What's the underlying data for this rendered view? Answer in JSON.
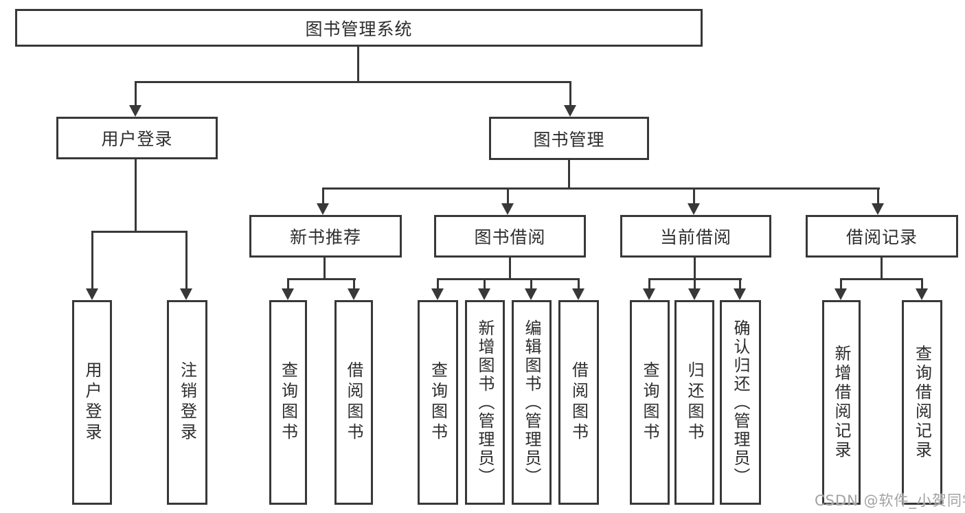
{
  "meta": {
    "background_color": "#ffffff",
    "line_color": "#383838",
    "text_color": "#2d2d2d",
    "watermark_color": "#a2a2a2",
    "diagram_type": "hierarchy-tree"
  },
  "watermark": {
    "text": "CSDN @软件_小贺同学"
  },
  "nodes": {
    "root": {
      "label": "图书管理系统"
    },
    "userLogin": {
      "label": "用户登录"
    },
    "bookMgmt": {
      "label": "图书管理"
    },
    "newBookRec": {
      "label": "新书推荐"
    },
    "bookBorrow": {
      "label": "图书借阅"
    },
    "currentBorrow": {
      "label": "当前借阅"
    },
    "borrowRecord": {
      "label": "借阅记录"
    },
    "leafUserLogin": {
      "label": "用户登录"
    },
    "leafLogout": {
      "label": "注销登录"
    },
    "leafQueryBook1": {
      "label": "查询图书"
    },
    "leafBorrowBook1": {
      "label": "借阅图书"
    },
    "leafQueryBook2": {
      "label": "查询图书"
    },
    "leafAddBookAdmin": {
      "label": "新增图书（管理员）"
    },
    "leafEditBookAdmin": {
      "label": "编辑图书（管理员）"
    },
    "leafBorrowBook2": {
      "label": "借阅图书"
    },
    "leafQueryBook3": {
      "label": "查询图书"
    },
    "leafReturnBook": {
      "label": "归还图书"
    },
    "leafConfirmReturn": {
      "label": "确认归还（管理员）"
    },
    "leafAddBorrowRecord": {
      "label": "新增借阅记录"
    },
    "leafQueryBorrowRecord": {
      "label": "查询借阅记录"
    }
  },
  "hierarchy": {
    "图书管理系统": {
      "用户登录": [
        "用户登录",
        "注销登录"
      ],
      "图书管理": {
        "新书推荐": [
          "查询图书",
          "借阅图书"
        ],
        "图书借阅": [
          "查询图书",
          "新增图书（管理员）",
          "编辑图书（管理员）",
          "借阅图书"
        ],
        "当前借阅": [
          "查询图书",
          "归还图书",
          "确认归还（管理员）"
        ],
        "借阅记录": [
          "新增借阅记录",
          "查询借阅记录"
        ]
      }
    }
  }
}
